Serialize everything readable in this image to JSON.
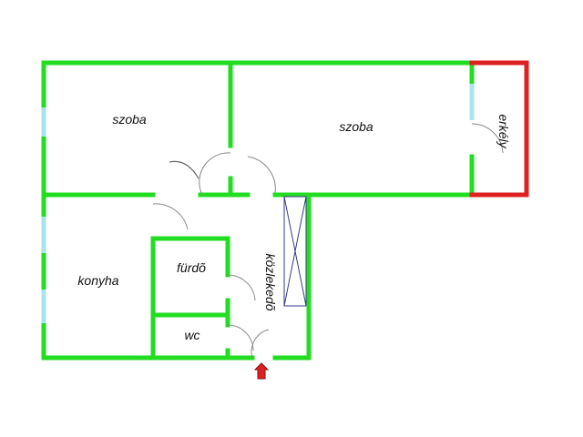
{
  "rooms": {
    "szoba_left": "szoba",
    "szoba_right": "szoba",
    "erkely": "erkély",
    "konyha": "konyha",
    "furdo": "fürdõ",
    "wc": "wc",
    "kozlekedo": "közlekedõ"
  },
  "colors": {
    "wall": "#22dd22",
    "balcony": "#dd2020",
    "window": "#a8e4ec",
    "entrance": "#dd2020"
  },
  "icons": {
    "entrance": "entrance-arrow-icon"
  }
}
